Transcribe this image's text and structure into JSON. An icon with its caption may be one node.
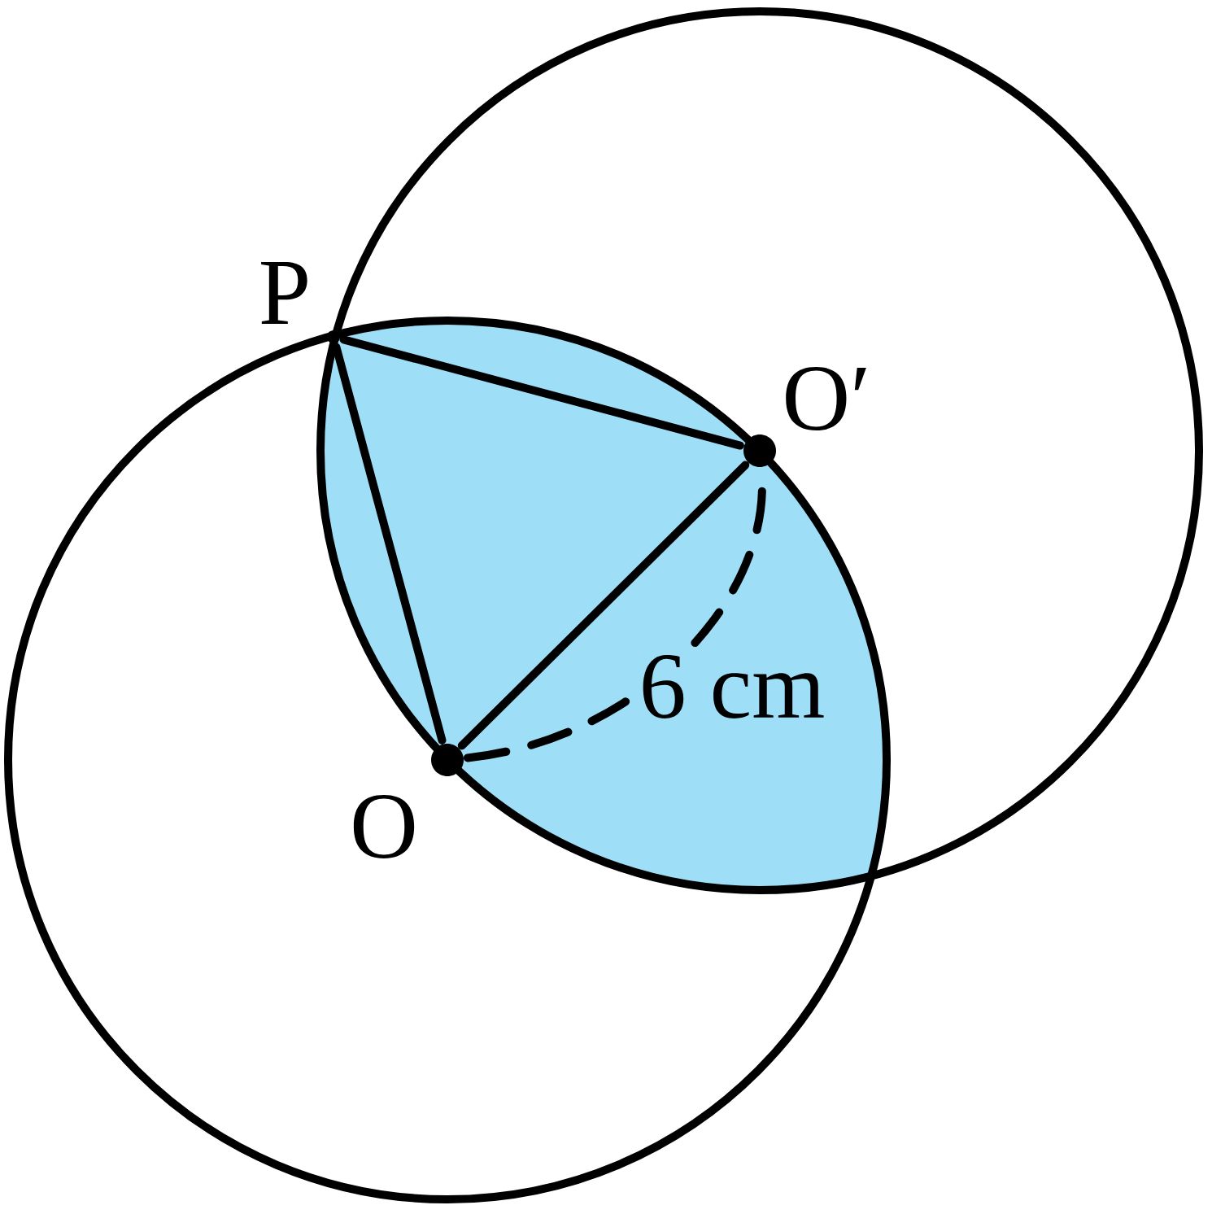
{
  "diagram": {
    "nodes": [
      {
        "text": [],
        "shape": "circle",
        "beside": [
          "P"
        ]
      },
      {
        "text": [],
        "shape": "circle",
        "beside": [
          "O′"
        ]
      },
      {
        "text": [],
        "shape": "circle",
        "beside": [
          "O"
        ]
      }
    ],
    "edges": [
      {
        "from": 0,
        "to": 1,
        "arrow": "none"
      },
      {
        "from": 0,
        "to": 2,
        "arrow": "none"
      },
      {
        "from": 2,
        "to": 1,
        "arrow": "none"
      },
      {
        "from": 2,
        "to": 1,
        "arrow": "none",
        "style": "dashed",
        "label": "6 cm"
      }
    ]
  }
}
